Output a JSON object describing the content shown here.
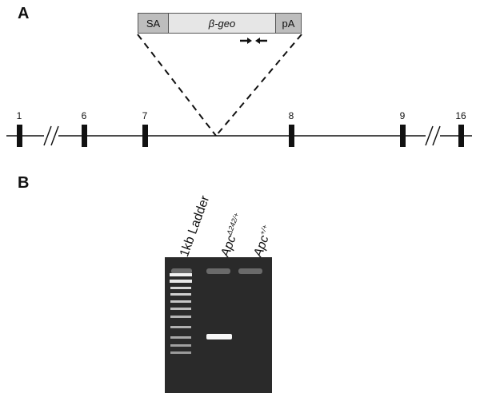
{
  "panel_a": {
    "label": "A",
    "cassette": {
      "sa": "SA",
      "geo": "β-geo",
      "pa": "pA"
    },
    "exons": [
      "1",
      "6",
      "7",
      "8",
      "9",
      "16"
    ]
  },
  "panel_b": {
    "label": "B",
    "lanes": {
      "ladder": "1kb Ladder",
      "mutant_main": "Apc",
      "mutant_sup": "Δ242/+",
      "wt_main": "Apc",
      "wt_sup": "+/+"
    }
  }
}
